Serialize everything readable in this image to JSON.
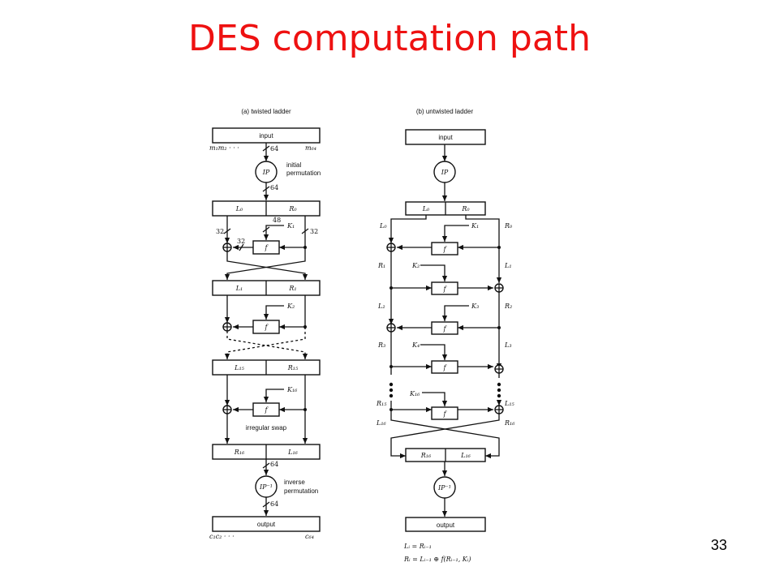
{
  "title": "DES computation path",
  "page_number": "33",
  "left": {
    "caption": "(a) twisted ladder",
    "input": "input",
    "input_left": "m₁m₂ · · ·",
    "input_right": "m₆₄",
    "bits_64": "64",
    "bits_48": "48",
    "bits_32": "32",
    "ip": "IP",
    "ip_note_1": "initial",
    "ip_note_2": "permutation",
    "L0": "L₀",
    "R0": "R₀",
    "K1": "K₁",
    "f": "f",
    "L1": "L₁",
    "R1": "R₁",
    "K2": "K₂",
    "L15": "L₁₅",
    "R15": "R₁₅",
    "K16": "K₁₆",
    "irregular": "irregular swap",
    "R16": "R₁₆",
    "L16": "L₁₆",
    "ipinv": "IP⁻¹",
    "ipinv_note_1": "inverse",
    "ipinv_note_2": "permutation",
    "output": "output",
    "output_left": "c₁c₂ · · ·",
    "output_right": "c₆₄"
  },
  "right": {
    "caption": "(b) untwisted ladder",
    "input": "input",
    "ip": "IP",
    "L0": "L₀",
    "R0": "R₀",
    "K1": "K₁",
    "K2": "K₂",
    "K3": "K₃",
    "K4": "K₄",
    "K16": "K₁₆",
    "f": "f",
    "side_L0": "L₀",
    "side_R0": "R₀",
    "side_R1": "R₁",
    "side_L1": "L₁",
    "side_L2": "L₂",
    "side_R2": "R₂",
    "side_R3": "R₃",
    "side_L3": "L₃",
    "side_R15": "R₁₅",
    "side_L15": "L₁₅",
    "side_L16": "L₁₆",
    "side_R16": "R₁₆",
    "R16": "R₁₆",
    "L16": "L₁₆",
    "ipinv": "IP⁻¹",
    "output": "output",
    "eq1": "Lᵢ = Rᵢ₋₁",
    "eq2": "Rᵢ = Lᵢ₋₁ ⊕ f(Rᵢ₋₁, Kᵢ)"
  }
}
